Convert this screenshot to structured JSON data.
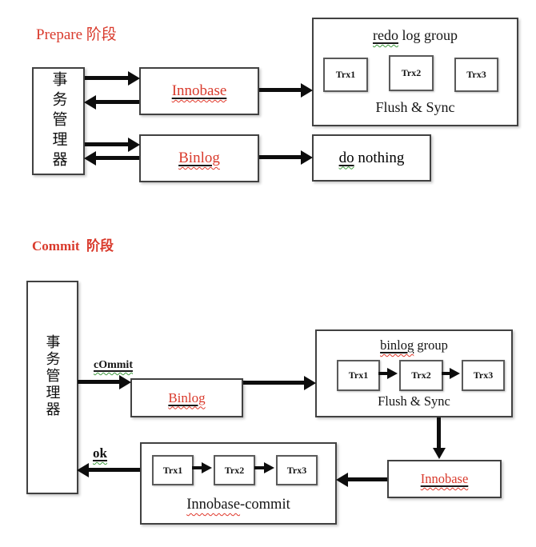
{
  "colors": {
    "red_text": "#d93a2c",
    "squiggle_green": "#3e9b3e",
    "squiggle_red": "#e0382b",
    "border_dark": "#414141",
    "arrow": "#0d0d0d"
  },
  "prepare": {
    "title": "Prepare 阶段",
    "transaction_manager": "事务管理器",
    "innobase_label": "Innobase",
    "binlog_label": "Binlog",
    "redo_group": {
      "title_underlined": "redo",
      "title_rest": " log group",
      "trx": [
        "Trx1",
        "Trx2",
        "Trx3"
      ],
      "footer": "Flush & Sync"
    },
    "do_nothing": {
      "underlined": "do",
      "rest": " nothing"
    }
  },
  "commit": {
    "title": "Commit  阶段",
    "transaction_manager": "事务管理器",
    "commit_arrow_label": "cOmmit",
    "ok_arrow_label": "ok",
    "binlog_label": "Binlog",
    "binlog_group": {
      "title_underlined": "binlog",
      "title_rest": " group",
      "trx": [
        "Trx1",
        "Trx2",
        "Trx3"
      ],
      "footer": "Flush & Sync"
    },
    "innobase_label": "Innobase",
    "innobase_commit": {
      "trx": [
        "Trx1",
        "Trx2",
        "Trx3"
      ],
      "label_wavy": "Innobase",
      "label_rest": "-commit"
    }
  }
}
